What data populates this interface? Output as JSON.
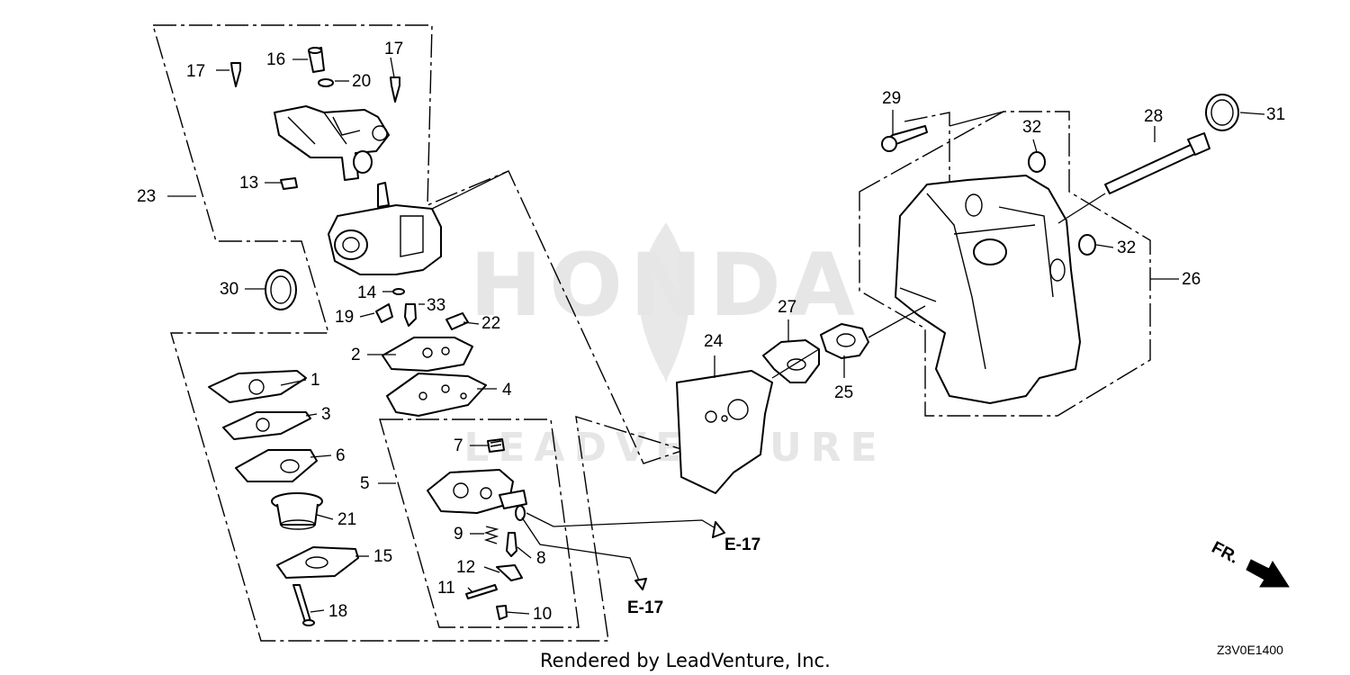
{
  "callouts": {
    "c1": "1",
    "c2": "2",
    "c3": "3",
    "c4": "4",
    "c5": "5",
    "c6": "6",
    "c7": "7",
    "c8": "8",
    "c9": "9",
    "c10": "10",
    "c11": "11",
    "c12": "12",
    "c13": "13",
    "c14": "14",
    "c15": "15",
    "c16": "16",
    "c17a": "17",
    "c17b": "17",
    "c18": "18",
    "c19": "19",
    "c20": "20",
    "c21": "21",
    "c22": "22",
    "c23": "23",
    "c24": "24",
    "c25": "25",
    "c26": "26",
    "c27": "27",
    "c28": "28",
    "c29": "29",
    "c30": "30",
    "c31": "31",
    "c32a": "32",
    "c32b": "32",
    "c33": "33"
  },
  "references": {
    "ref_a": "E-17",
    "ref_b": "E-17"
  },
  "front_marker": "FR.",
  "credit": "Rendered by LeadVenture, Inc.",
  "diagram_code": "Z3V0E1400",
  "watermark": {
    "brand": "HONDA",
    "dealer": "LEADVENTURE"
  }
}
